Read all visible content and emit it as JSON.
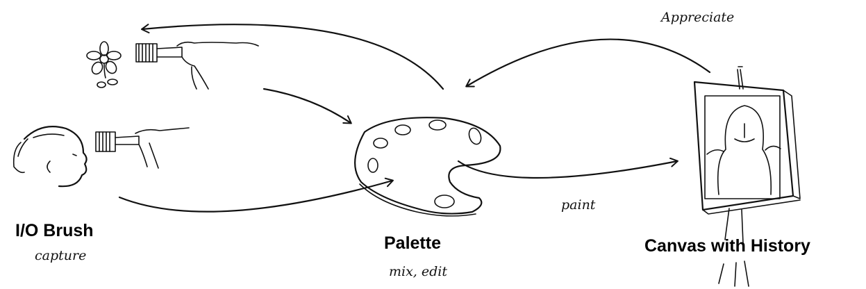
{
  "labels": {
    "brush_title": "I/O Brush",
    "brush_sub": "capture",
    "palette_title": "Palette",
    "palette_sub": "mix, edit",
    "canvas_title": "Canvas with History",
    "paint": "paint",
    "appreciate": "Appreciate"
  },
  "icons": [
    "flower-icon",
    "brush-icon",
    "hand-icon",
    "child-face-icon",
    "palette-icon",
    "easel-icon",
    "portrait-icon",
    "arrow-icon"
  ]
}
